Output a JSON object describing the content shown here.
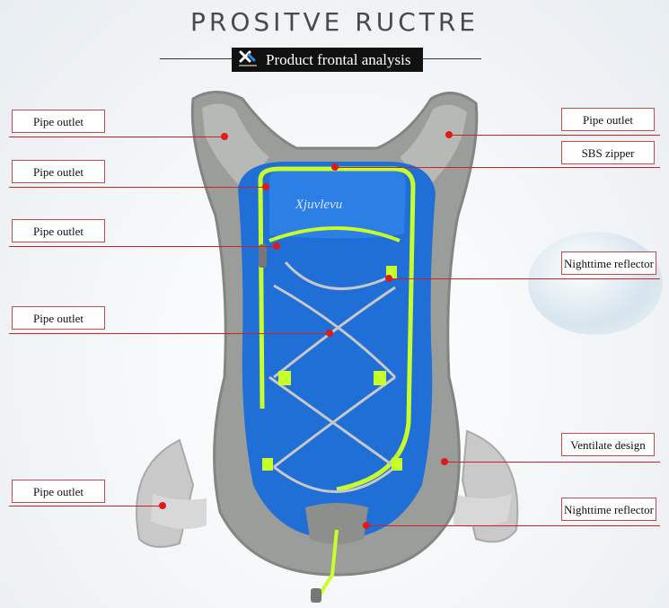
{
  "header": {
    "title": "PROSITVE RUCTRE",
    "subtitle": "Product frontal analysis",
    "logo_icon": "brand-x-logo-icon"
  },
  "bag": {
    "brand_text": "Xjuvlevu",
    "colors": {
      "body": "#1f6fd6",
      "strap": "#a9a9a9",
      "trim": "#c6ff2a",
      "accent_dot": "#e01919"
    }
  },
  "callouts": {
    "left": [
      {
        "label": "Pipe outlet"
      },
      {
        "label": "Pipe outlet"
      },
      {
        "label": "Pipe outlet"
      },
      {
        "label": "Pipe outlet"
      },
      {
        "label": "Pipe outlet"
      }
    ],
    "right": [
      {
        "label": "Pipe outlet"
      },
      {
        "label": "SBS zipper"
      },
      {
        "label": "Nighttime reflector"
      },
      {
        "label": "Ventilate design"
      },
      {
        "label": "Nighttime reflector"
      }
    ]
  }
}
